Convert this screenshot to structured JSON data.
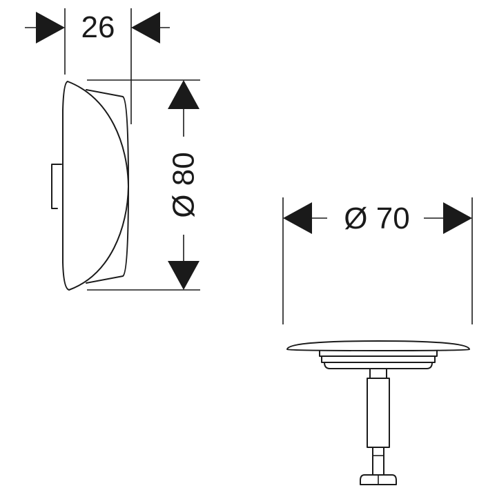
{
  "dimensions": {
    "depth": "26",
    "side_diameter": "Ø 80",
    "cap_diameter": "Ø 70"
  }
}
